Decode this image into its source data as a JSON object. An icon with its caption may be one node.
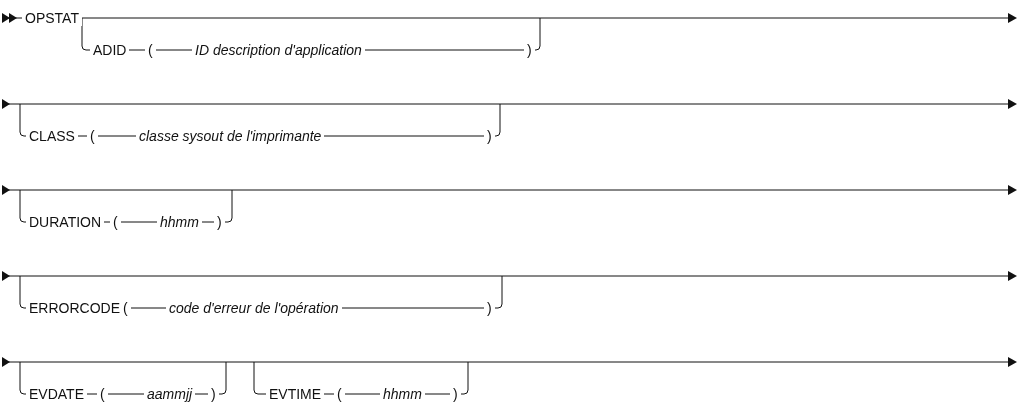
{
  "diagram": {
    "labels": [
      "OPSTAT",
      "ADID",
      "(",
      "ID description d'application",
      ")",
      "CLASS",
      "(",
      "classe sysout de l'imprimante",
      ")",
      "DURATION",
      "(",
      "hhmm",
      ")",
      "ERRORCODE",
      "(",
      "code d'erreur de l'opération",
      ")",
      "EVDATE",
      "(",
      "aammjj",
      ")",
      "EVTIME",
      "(",
      "hhmm",
      ")"
    ]
  }
}
